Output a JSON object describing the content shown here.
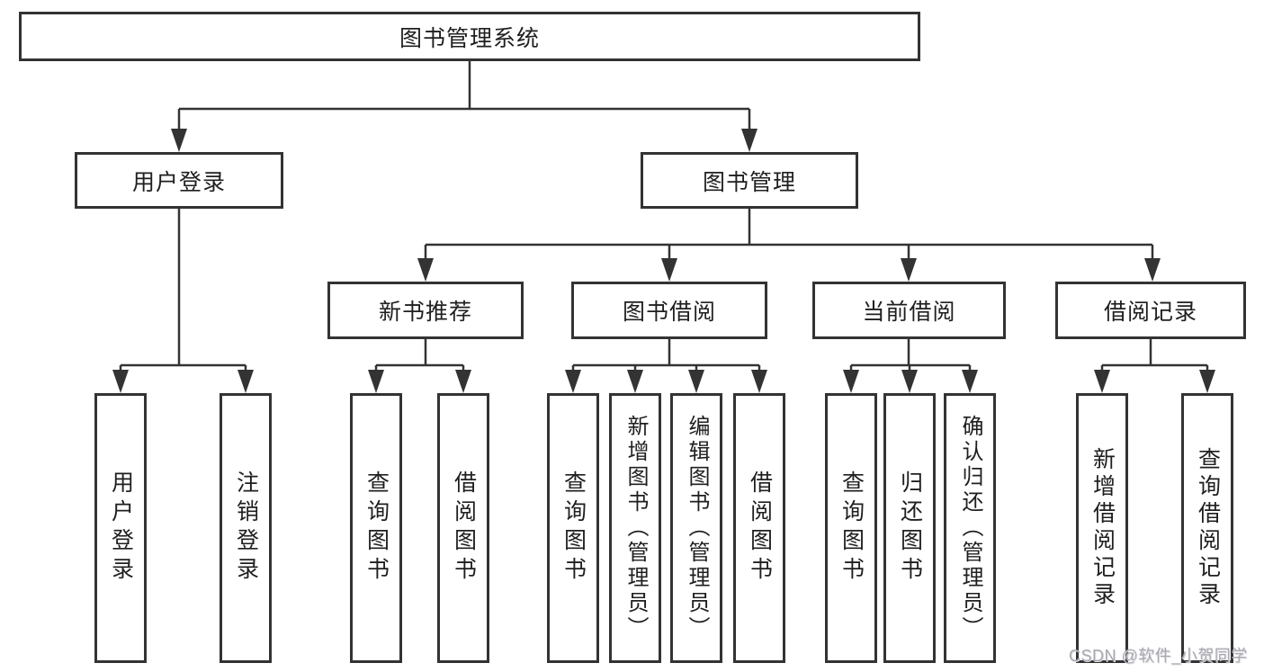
{
  "tree": {
    "label": "图书管理系统",
    "children": [
      {
        "label": "用户登录",
        "children": [
          {
            "label": "用户登录"
          },
          {
            "label": "注销登录"
          }
        ]
      },
      {
        "label": "图书管理",
        "children": [
          {
            "label": "新书推荐",
            "children": [
              {
                "label": "查询图书"
              },
              {
                "label": "借阅图书"
              }
            ]
          },
          {
            "label": "图书借阅",
            "children": [
              {
                "label": "查询图书"
              },
              {
                "label": "新增图书（管理员）"
              },
              {
                "label": "编辑图书（管理员）"
              },
              {
                "label": "借阅图书"
              }
            ]
          },
          {
            "label": "当前借阅",
            "children": [
              {
                "label": "查询图书"
              },
              {
                "label": "归还图书"
              },
              {
                "label": "确认归还（管理员）"
              }
            ]
          },
          {
            "label": "借阅记录",
            "children": [
              {
                "label": "新增借阅记录"
              },
              {
                "label": "查询借阅记录"
              }
            ]
          }
        ]
      }
    ]
  },
  "watermark": {
    "text": "CSDN @软件_小贺同学"
  },
  "colors": {
    "box_border": "#333333",
    "connector_line": "#333333",
    "text": "#1f1f1f",
    "background": "#ffffff",
    "watermark_text": "#a9a9b2"
  }
}
